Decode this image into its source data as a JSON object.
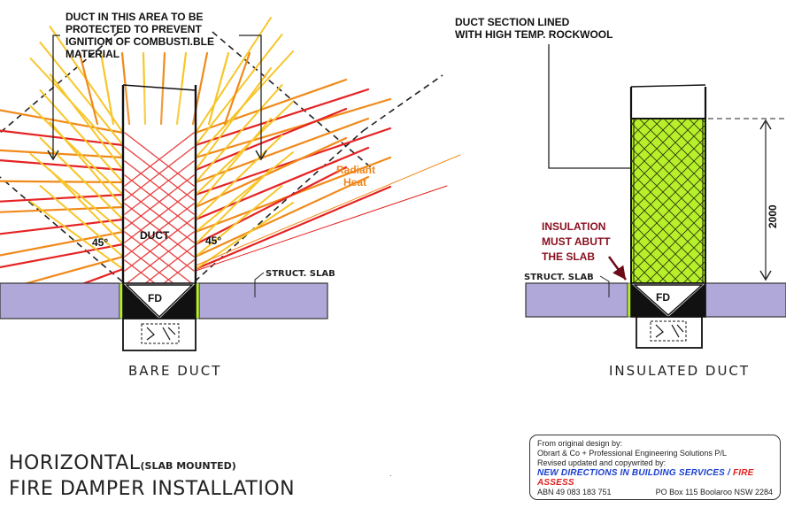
{
  "left_diagram": {
    "note": "DUCT IN THIS AREA TO BE PROTECTED TO PREVENT IGNITION OF COMBUSTIBLE MATERIAL",
    "note_lines": [
      "DUCT IN THIS AREA TO BE",
      "PROTECTED TO PREVENT",
      "IGNITION OF COMBUSTI.BLE",
      "MATERIAL"
    ],
    "radiant_heat": [
      "Radiant",
      "Heat"
    ],
    "duct_label": "DUCT",
    "angle_left": "45°",
    "angle_right": "45°",
    "slab_label": "STRUCT. SLAB",
    "damper_label": "FD",
    "caption": "BARE DUCT"
  },
  "right_diagram": {
    "note_lines": [
      "DUCT SECTION LINED",
      "WITH HIGH TEMP. ROCKWOOL"
    ],
    "insulation_note": [
      "INSULATION",
      "MUST ABUTT",
      "THE SLAB"
    ],
    "slab_label": "STRUCT. SLAB",
    "damper_label": "FD",
    "dimension": "2000",
    "caption": "INSULATED DUCT"
  },
  "title": {
    "line1": "HORIZONTAL",
    "line1_small": "(SLAB MOUNTED)",
    "line2": "FIRE DAMPER INSTALLATION"
  },
  "credit": {
    "line1": "From original design by:",
    "line2": "Obrart & Co + Professional Engineering Solutions P/L",
    "line3": "Revised updated and copywrited by:",
    "brand_part1": "NEW DIRECTIONS IN BUILDING SERVICES / ",
    "brand_part2": "FIRE ASSESS",
    "abn": "ABN 49 083 183 751",
    "address": "PO Box 115 Boolaroo NSW 2284"
  },
  "colors": {
    "slab": "#b0a8d8",
    "insulation": "#b7f02a",
    "ray_red": "#e52323",
    "ray_orange": "#f08a1a",
    "ray_yellow": "#f7c62a",
    "radiant_text": "#f0861a",
    "insulation_note_text": "#8b1020",
    "brand_blue": "#1a3fd0",
    "brand_red": "#e02020"
  }
}
